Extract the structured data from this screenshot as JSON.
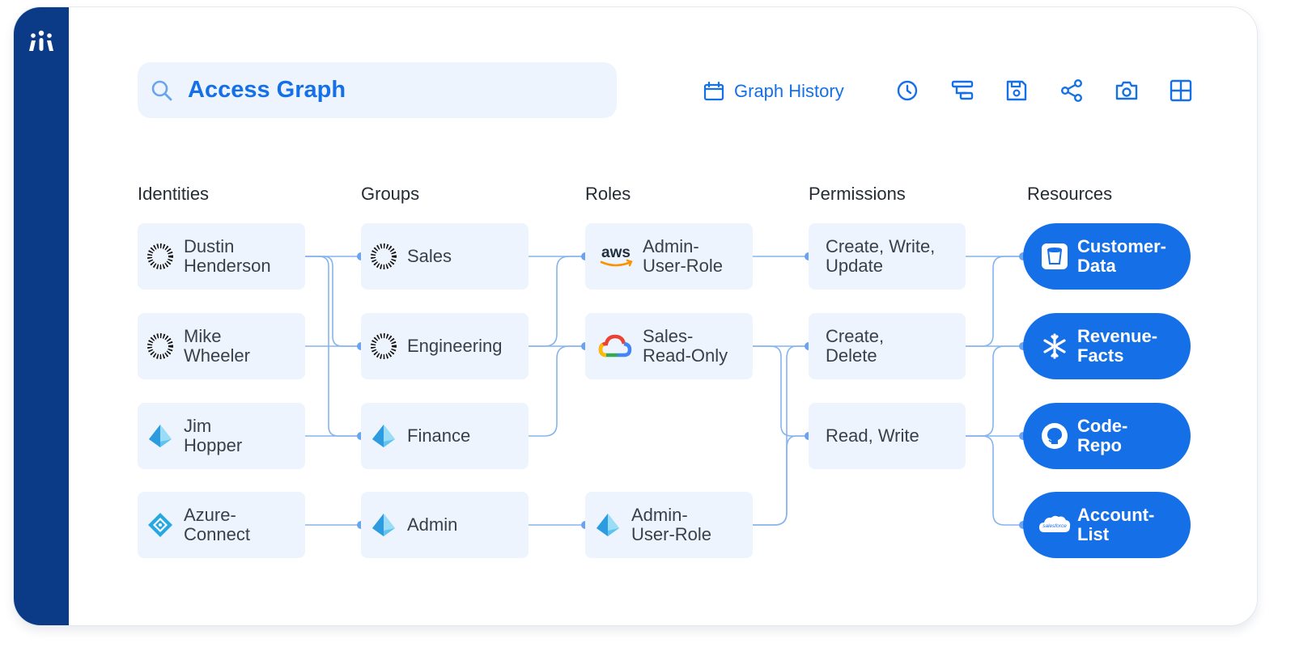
{
  "search": {
    "title": "Access Graph"
  },
  "toolbar": {
    "history_label": "Graph History",
    "icons": [
      "calendar-icon",
      "clock-icon",
      "filter-icon",
      "save-icon",
      "share-icon",
      "camera-icon",
      "grid-icon"
    ]
  },
  "columns": {
    "identities": "Identities",
    "groups": "Groups",
    "roles": "Roles",
    "permissions": "Permissions",
    "resources": "Resources"
  },
  "identities": [
    {
      "line1": "Dustin",
      "line2": "Henderson",
      "icon": "okta-icon"
    },
    {
      "line1": "Mike",
      "line2": "Wheeler",
      "icon": "okta-icon"
    },
    {
      "line1": "Jim",
      "line2": "Hopper",
      "icon": "azure-ad-icon"
    },
    {
      "line1": "Azure-",
      "line2": "Connect",
      "icon": "azure-connect-icon"
    }
  ],
  "groups": [
    {
      "label": "Sales",
      "icon": "okta-icon"
    },
    {
      "label": "Engineering",
      "icon": "okta-icon"
    },
    {
      "label": "Finance",
      "icon": "azure-ad-icon"
    },
    {
      "label": "Admin",
      "icon": "azure-ad-icon"
    }
  ],
  "roles": [
    {
      "line1": "Admin-",
      "line2": "User-Role",
      "icon": "aws-icon",
      "icon_text": "aws"
    },
    {
      "line1": "Sales-",
      "line2": "Read-Only",
      "icon": "google-cloud-icon"
    },
    {
      "line1": "Admin-",
      "line2": "User-Role",
      "icon": "azure-ad-icon"
    }
  ],
  "permissions": [
    {
      "line1": "Create, Write,",
      "line2": "Update"
    },
    {
      "line1": "Create,",
      "line2": "Delete"
    },
    {
      "line1": "Read, Write",
      "line2": ""
    }
  ],
  "resources": [
    {
      "line1": "Customer-",
      "line2": "Data",
      "icon": "bucket-icon"
    },
    {
      "line1": "Revenue-",
      "line2": "Facts",
      "icon": "snowflake-icon"
    },
    {
      "line1": "Code-",
      "line2": "Repo",
      "icon": "github-icon"
    },
    {
      "line1": "Account-",
      "line2": "List",
      "icon": "salesforce-icon",
      "icon_text": "salesforce"
    }
  ],
  "colors": {
    "sidebar": "#0b3b86",
    "accent": "#1570e8",
    "node_bg": "#eef4fd",
    "edge": "#86b4ee"
  }
}
